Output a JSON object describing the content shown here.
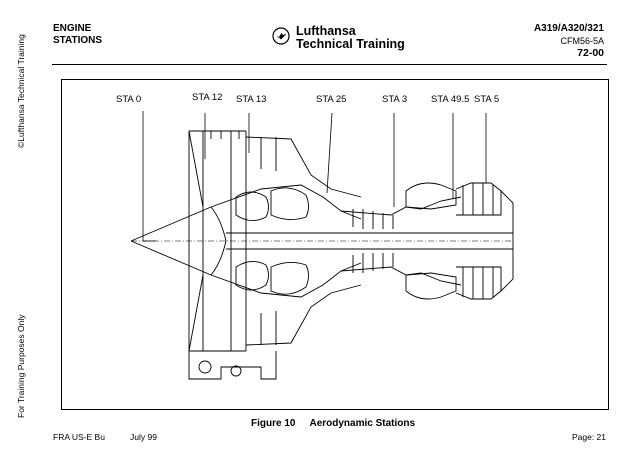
{
  "side_text": {
    "copyright": "©Lufthansa Technical Training",
    "training": "For Training Purposes Only"
  },
  "header": {
    "left_line1": "ENGINE",
    "left_line2": "STATIONS",
    "logo_line1": "Lufthansa",
    "logo_line2": "Technical Training",
    "aircraft": "A319/A320/321",
    "engine_model": "CFM56-5A",
    "chapter": "72-00"
  },
  "figure": {
    "stations": [
      {
        "id": "sta-0",
        "label": "STA 0"
      },
      {
        "id": "sta-12",
        "label": "STA 12"
      },
      {
        "id": "sta-13",
        "label": "STA 13"
      },
      {
        "id": "sta-25",
        "label": "STA 25"
      },
      {
        "id": "sta-3",
        "label": "STA 3"
      },
      {
        "id": "sta-49-5",
        "label": "STA 49.5"
      },
      {
        "id": "sta-5",
        "label": "STA 5"
      }
    ],
    "caption_number": "Figure 10",
    "caption_title": "Aerodynamic Stations"
  },
  "footer": {
    "left": "FRA US-E Bu",
    "date": "July 99",
    "page": "Page: 21"
  }
}
